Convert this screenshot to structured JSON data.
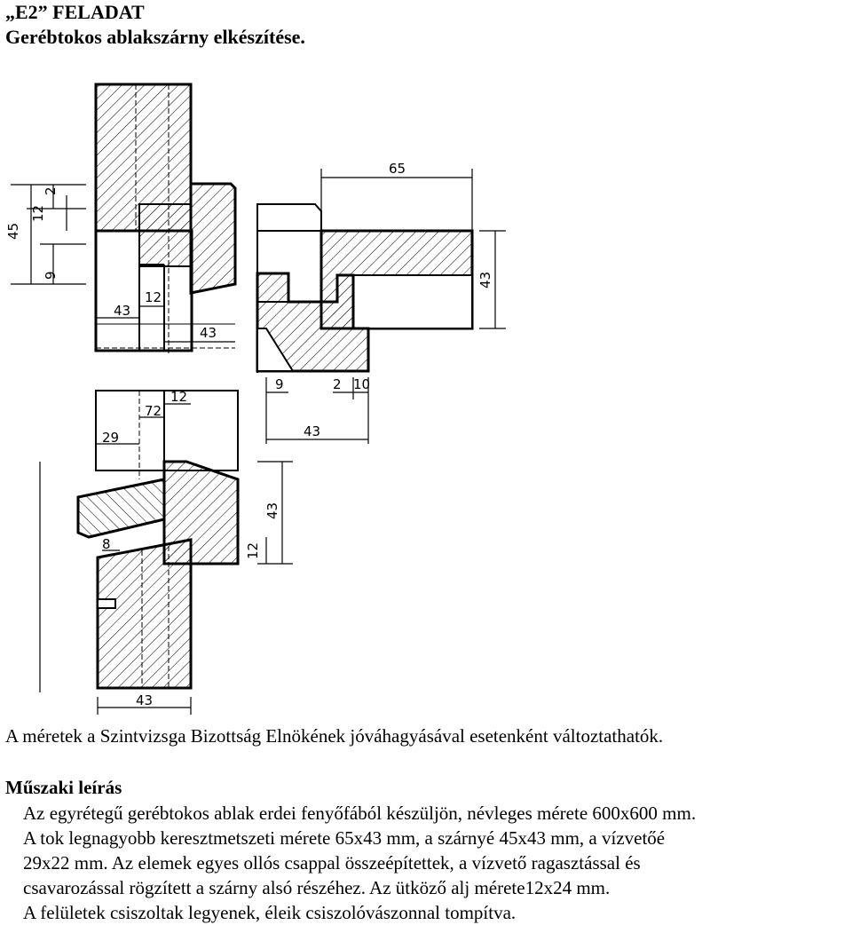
{
  "header": {
    "task_code": "„E2” FELADAT",
    "task_title": "Gerébtokos ablakszárny elkészítése."
  },
  "drawing": {
    "dimensions": {
      "d65": "65",
      "d43_right": "43",
      "d45": "45",
      "d12_left": "12",
      "d2_left": "2",
      "d9_left": "9",
      "d12_mid": "12",
      "d43_a": "43",
      "d43_b": "43",
      "d9_b": "9",
      "d2_b": "2",
      "d10": "10",
      "d43_c": "43",
      "d72": "72",
      "d12_c": "12",
      "d29": "29",
      "d43_vert": "43",
      "d12_vert": "12",
      "d8": "8",
      "d43_bottom": "43"
    }
  },
  "note": "A méretek a Szintvizsga Bizottság Elnökének jóváhagyásával esetenként változtathatók.",
  "section": {
    "title": "Műszaki leírás",
    "lines": [
      "Az egyrétegű gerébtokos ablak erdei fenyőfából készüljön, névleges mérete 600x600 mm.",
      "A tok legnagyobb keresztmetszeti mérete 65x43 mm, a szárnyé 45x43 mm, a vízvetőé",
      "29x22 mm. Az elemek egyes ollós csappal összeépítettek, a vízvető ragasztással és",
      "csavarozással rögzített a szárny alsó részéhez. Az ütköző alj mérete12x24 mm.",
      "A felületek csiszoltak legyenek, éleik csiszolóvászonnal tompítva."
    ]
  }
}
